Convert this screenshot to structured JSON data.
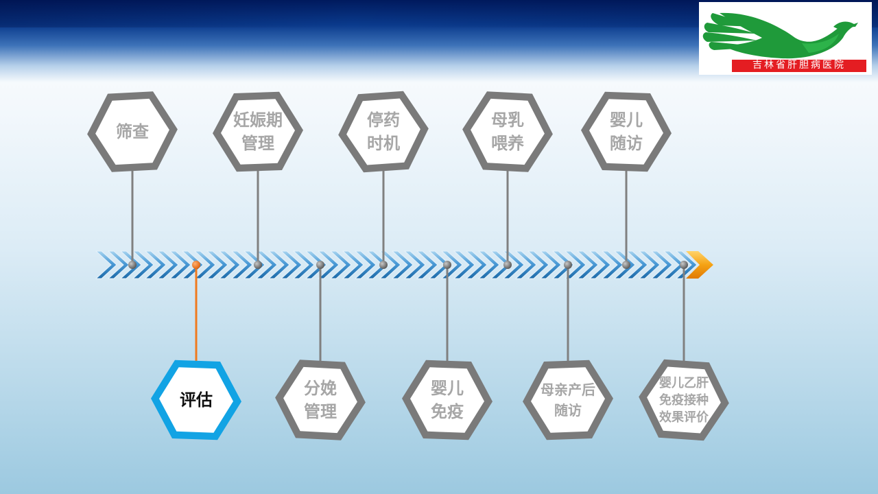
{
  "logo": {
    "caption": "吉林省肝胆病医院",
    "icon": "hands-dove-logo-icon",
    "colors": {
      "green": "#1f9a3a",
      "red": "#e41d22"
    }
  },
  "colors": {
    "hex_border": "#7a7a7a",
    "active_border": "#12a3e4",
    "connector": "#808080",
    "active_connector": "#f07a1e",
    "label": "#a6a6a6",
    "active_label": "#111111",
    "arrow_blue": "#2f86c6",
    "arrow_head": "#f5a214"
  },
  "timeline": {
    "steps": [
      {
        "label": "筛查",
        "position": "top",
        "order": 1
      },
      {
        "label": "评估",
        "position": "bottom",
        "order": 2,
        "active": true
      },
      {
        "label": "妊娠期\n管理",
        "position": "top",
        "order": 3
      },
      {
        "label": "分娩\n管理",
        "position": "bottom",
        "order": 4
      },
      {
        "label": "停药\n时机",
        "position": "top",
        "order": 5
      },
      {
        "label": "婴儿\n免疫",
        "position": "bottom",
        "order": 6
      },
      {
        "label": "母乳\n喂养",
        "position": "top",
        "order": 7
      },
      {
        "label": "母亲产后\n随访",
        "position": "bottom",
        "order": 8
      },
      {
        "label": "婴儿\n随访",
        "position": "top",
        "order": 9
      },
      {
        "label": "婴儿乙肝\n免疫接种\n效果评价",
        "position": "bottom",
        "order": 10
      }
    ]
  }
}
